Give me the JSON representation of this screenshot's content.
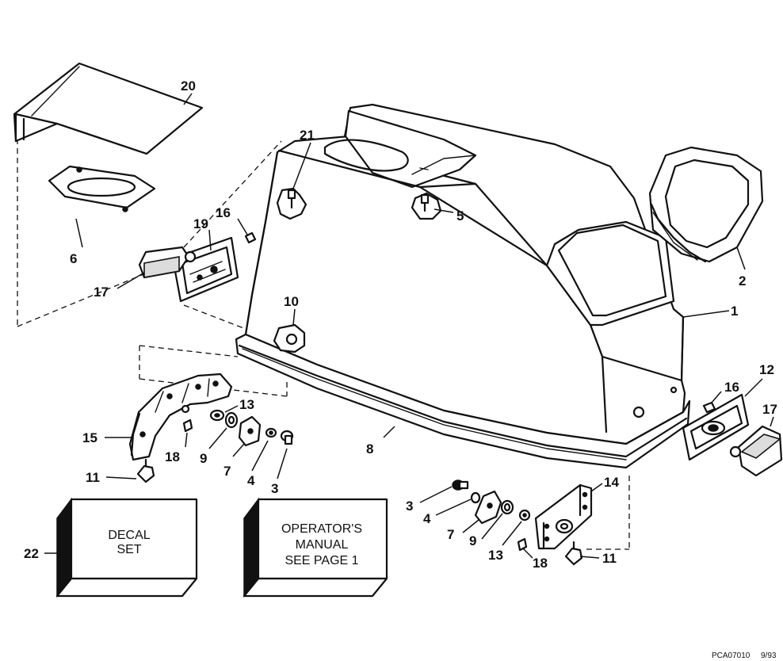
{
  "callouts": [
    {
      "id": "c1",
      "label": "1"
    },
    {
      "id": "c2",
      "label": "2"
    },
    {
      "id": "c3a",
      "label": "3"
    },
    {
      "id": "c3b",
      "label": "3"
    },
    {
      "id": "c4a",
      "label": "4"
    },
    {
      "id": "c4b",
      "label": "4"
    },
    {
      "id": "c5",
      "label": "5"
    },
    {
      "id": "c6",
      "label": "6"
    },
    {
      "id": "c7a",
      "label": "7"
    },
    {
      "id": "c7b",
      "label": "7"
    },
    {
      "id": "c8",
      "label": "8"
    },
    {
      "id": "c9a",
      "label": "9"
    },
    {
      "id": "c9b",
      "label": "9"
    },
    {
      "id": "c10",
      "label": "10"
    },
    {
      "id": "c11a",
      "label": "11"
    },
    {
      "id": "c11b",
      "label": "11"
    },
    {
      "id": "c12",
      "label": "12"
    },
    {
      "id": "c13a",
      "label": "13"
    },
    {
      "id": "c13b",
      "label": "13"
    },
    {
      "id": "c14",
      "label": "14"
    },
    {
      "id": "c15",
      "label": "15"
    },
    {
      "id": "c16a",
      "label": "16"
    },
    {
      "id": "c16b",
      "label": "16"
    },
    {
      "id": "c17a",
      "label": "17"
    },
    {
      "id": "c17b",
      "label": "17"
    },
    {
      "id": "c18a",
      "label": "18"
    },
    {
      "id": "c18b",
      "label": "18"
    },
    {
      "id": "c19",
      "label": "19"
    },
    {
      "id": "c20",
      "label": "20"
    },
    {
      "id": "c21",
      "label": "21"
    },
    {
      "id": "c22",
      "label": "22"
    }
  ],
  "decal_box": {
    "line1": "DECAL",
    "line2": "SET"
  },
  "manual_box": {
    "line1": "OPERATOR'S",
    "line2": "MANUAL",
    "line3": "SEE PAGE 1"
  },
  "drawing_code": "PCA07010",
  "drawing_date": "9/93"
}
